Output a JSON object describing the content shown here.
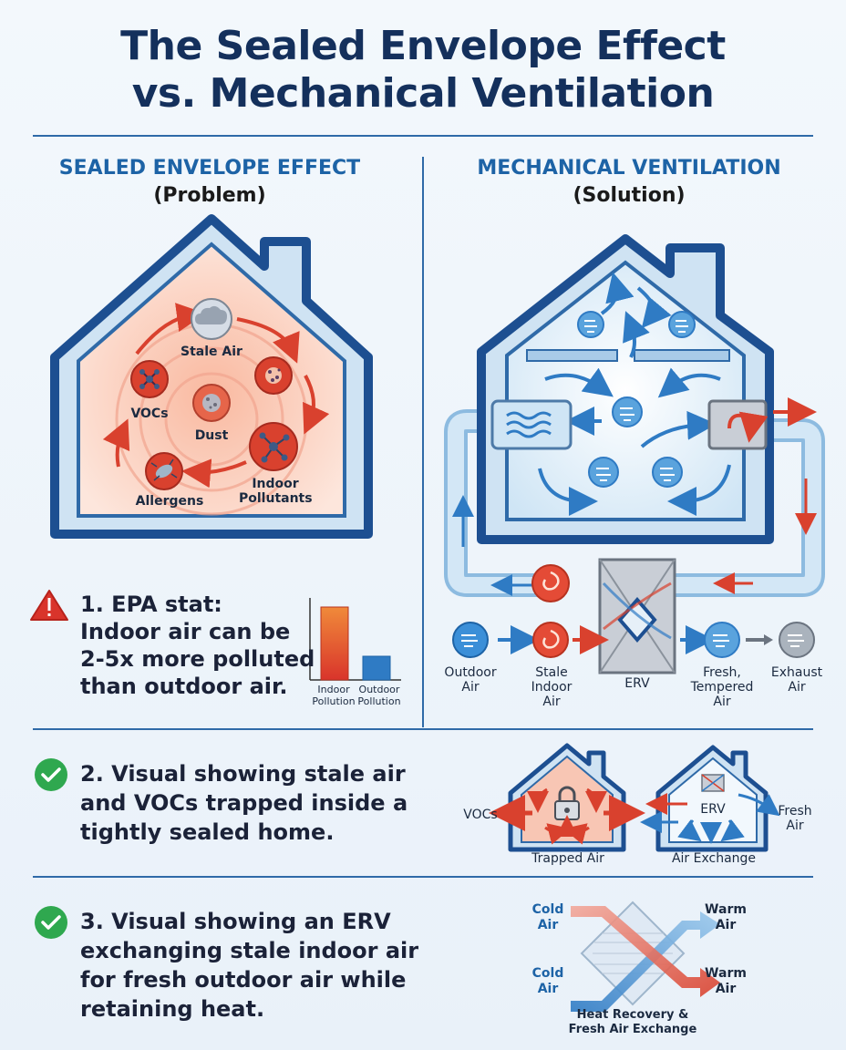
{
  "title": {
    "line1": "The Sealed Envelope Effect",
    "line2": "vs. Mechanical Ventilation"
  },
  "left": {
    "heading": "SEALED ENVELOPE EFFECT",
    "subheading": "(Problem)",
    "labels": {
      "stale_air": "Stale Air",
      "vocs": "VOCs",
      "dust": "Dust",
      "indoor_pollutants_1": "Indoor",
      "indoor_pollutants_2": "Pollutants",
      "allergens": "Allergens"
    }
  },
  "right": {
    "heading": "MECHANICAL VENTILATION",
    "subheading": "(Solution)",
    "labels": {
      "outdoor_air": [
        "Outdoor",
        "Air"
      ],
      "stale_indoor_air": [
        "Stale",
        "Indoor",
        "Air"
      ],
      "erv": "ERV",
      "fresh_tempered_air": [
        "Fresh,",
        "Tempered",
        "Air"
      ],
      "exhaust_air": [
        "Exhaust",
        "Air"
      ]
    }
  },
  "stat": {
    "line1": "1. EPA stat:",
    "line2": "Indoor air can be",
    "line3": "2-5x more polluted",
    "line4": "than outdoor air.",
    "bar_indoor": [
      "Indoor",
      "Pollution"
    ],
    "bar_outdoor": [
      "Outdoor",
      "Pollution"
    ]
  },
  "item2": {
    "line1": "2. Visual showing stale air",
    "line2": "and VOCs trapped inside a",
    "line3": "tightly sealed home.",
    "vocs": "VOCs",
    "trapped_air": "Trapped Air",
    "erv": "ERV",
    "fresh_air": [
      "Fresh",
      "Air"
    ],
    "air_exchange": "Air Exchange"
  },
  "item3": {
    "line1": "3. Visual showing an ERV",
    "line2": "exchanging stale indoor air",
    "line3": "for fresh outdoor air while",
    "line4": "retaining heat.",
    "cold_air_top": [
      "Cold",
      "Air"
    ],
    "cold_air_bottom": [
      "Cold",
      "Air"
    ],
    "warm_air_top": [
      "Warm",
      "Air"
    ],
    "warm_air_bottom": [
      "Warm",
      "Air"
    ],
    "caption": [
      "Heat Recovery &",
      "Fresh Air Exchange"
    ]
  },
  "colors": {
    "navy": "#14305c",
    "blue": "#1d63a6",
    "red": "#d9412e",
    "green": "#2fa84f",
    "warning": "#d9342b"
  },
  "icons": [
    "cloud-icon",
    "molecule-icon",
    "dust-icon",
    "allergen-icon",
    "warning-icon",
    "check-icon",
    "lock-icon",
    "wind-icon",
    "fan-icon",
    "swirl-icon"
  ]
}
